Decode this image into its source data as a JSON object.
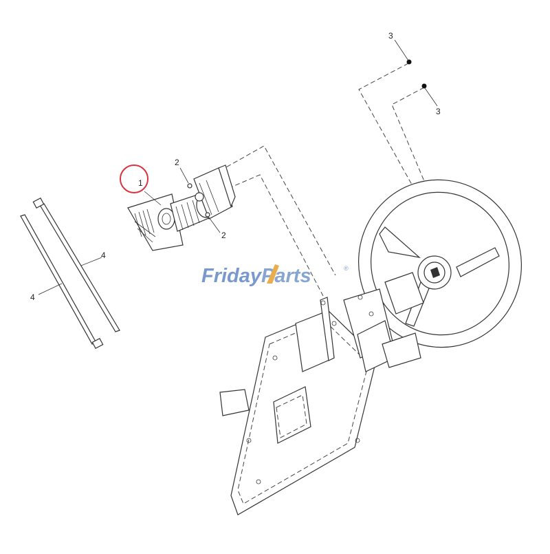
{
  "diagram": {
    "callouts": [
      {
        "id": "callout-1",
        "text": "1",
        "highlighted": true
      },
      {
        "id": "callout-2a",
        "text": "2"
      },
      {
        "id": "callout-2b",
        "text": "2"
      },
      {
        "id": "callout-3a",
        "text": "3"
      },
      {
        "id": "callout-3b",
        "text": "3"
      },
      {
        "id": "callout-4a",
        "text": "4"
      },
      {
        "id": "callout-4b",
        "text": "4"
      }
    ],
    "highlight_color": "#d9333f",
    "line_color": "#333333"
  },
  "watermark": {
    "brand": "FridayParts",
    "brand_part1": "Friday",
    "brand_part2": "Parts",
    "registered_mark": "®",
    "colors": {
      "friday": "#6b8fc7",
      "parts": "#7a9ccc",
      "accent": "#e8a53a"
    }
  }
}
